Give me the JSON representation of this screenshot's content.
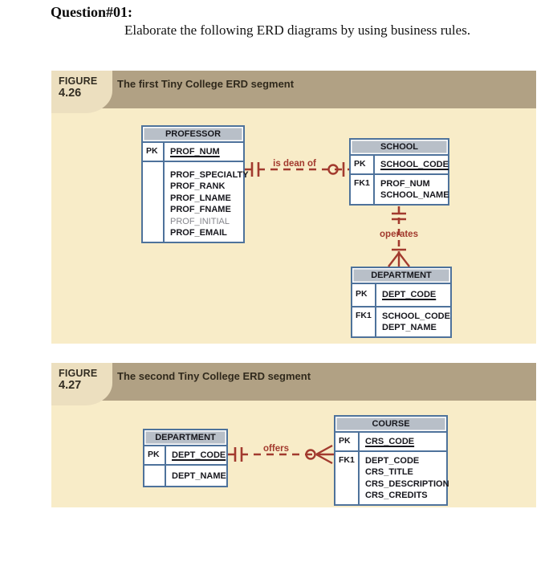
{
  "page": {
    "question_label": "Question#01:",
    "instruction": "Elaborate the following ERD diagrams by using business rules."
  },
  "colors": {
    "panel_bar": "#b1a184",
    "figure_tag_bg": "#ecdfbf",
    "panel_body_bg": "#f8ecc8",
    "entity_header_bg": "#b8bfc8",
    "entity_border": "#4e729b",
    "relationship_red": "#a23a2e"
  },
  "figures": [
    {
      "figure_word": "FIGURE",
      "number": "4.26",
      "caption": "The first Tiny College ERD segment",
      "entities": {
        "professor": {
          "title": "PROFESSOR",
          "key_label": "PK",
          "key_attr": "PROF_NUM",
          "attrs": [
            "PROF_SPECIALTY",
            "PROF_RANK",
            "PROF_LNAME",
            "PROF_FNAME",
            "PROF_INITIAL",
            "PROF_EMAIL"
          ]
        },
        "school": {
          "title": "SCHOOL",
          "key_label": "PK",
          "key_attr": "SCHOOL_CODE",
          "fk_label": "FK1",
          "fk_attrs": [
            "PROF_NUM",
            "SCHOOL_NAME"
          ]
        },
        "department": {
          "title": "DEPARTMENT",
          "key_label": "PK",
          "key_attr": "DEPT_CODE",
          "fk_label": "FK1",
          "fk_attrs": [
            "SCHOOL_CODE",
            "DEPT_NAME"
          ]
        }
      },
      "relationships": [
        {
          "label": "is dean of"
        },
        {
          "label": "operates"
        }
      ]
    },
    {
      "figure_word": "FIGURE",
      "number": "4.27",
      "caption": "The second Tiny College ERD segment",
      "entities": {
        "department": {
          "title": "DEPARTMENT",
          "key_label": "PK",
          "key_attr": "DEPT_CODE",
          "attrs": [
            "DEPT_NAME"
          ]
        },
        "course": {
          "title": "COURSE",
          "key_label": "PK",
          "key_attr": "CRS_CODE",
          "fk_label": "FK1",
          "fk_attrs": [
            "DEPT_CODE",
            "CRS_TITLE",
            "CRS_DESCRIPTION",
            "CRS_CREDITS"
          ]
        }
      },
      "relationships": [
        {
          "label": "offers"
        }
      ]
    }
  ]
}
